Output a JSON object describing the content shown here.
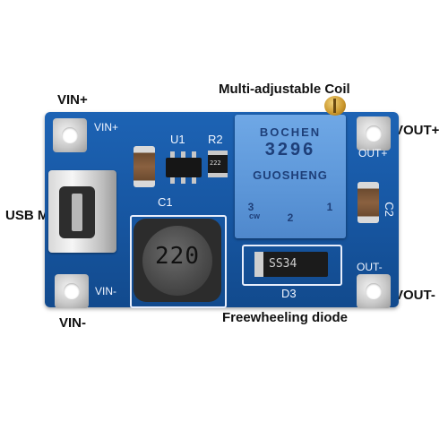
{
  "labels": {
    "vin_plus": "VIN+",
    "multi_adjustable_coil": "Multi-adjustable Coil",
    "vout_plus": "VOUT+",
    "usb_micro": "USB Micro",
    "vout_minus": "VOUT-",
    "vin_minus": "VIN-",
    "freewheeling_diode": "Freewheeling diode"
  },
  "silkscreen": {
    "vin_plus": "VIN+",
    "u1": "U1",
    "r2": "R2",
    "c1": "C1",
    "out_plus": "OUT+",
    "c2": "C2",
    "out_minus": "OUT-",
    "vin_minus": "VIN-",
    "d3": "D3"
  },
  "components": {
    "pot_brand": "BOCHEN",
    "pot_model": "3296",
    "pot_maker": "GUOSHENG",
    "pot_pin3": "3",
    "pot_cw": "cw",
    "pot_pin2": "2",
    "pot_pin1": "1",
    "inductor_value": "220",
    "diode_code": "SS34",
    "resistor_code": "222"
  },
  "colors": {
    "board": "#1757a3",
    "pot_body": "#5c96d8",
    "inductor": "#2c2c2c"
  }
}
